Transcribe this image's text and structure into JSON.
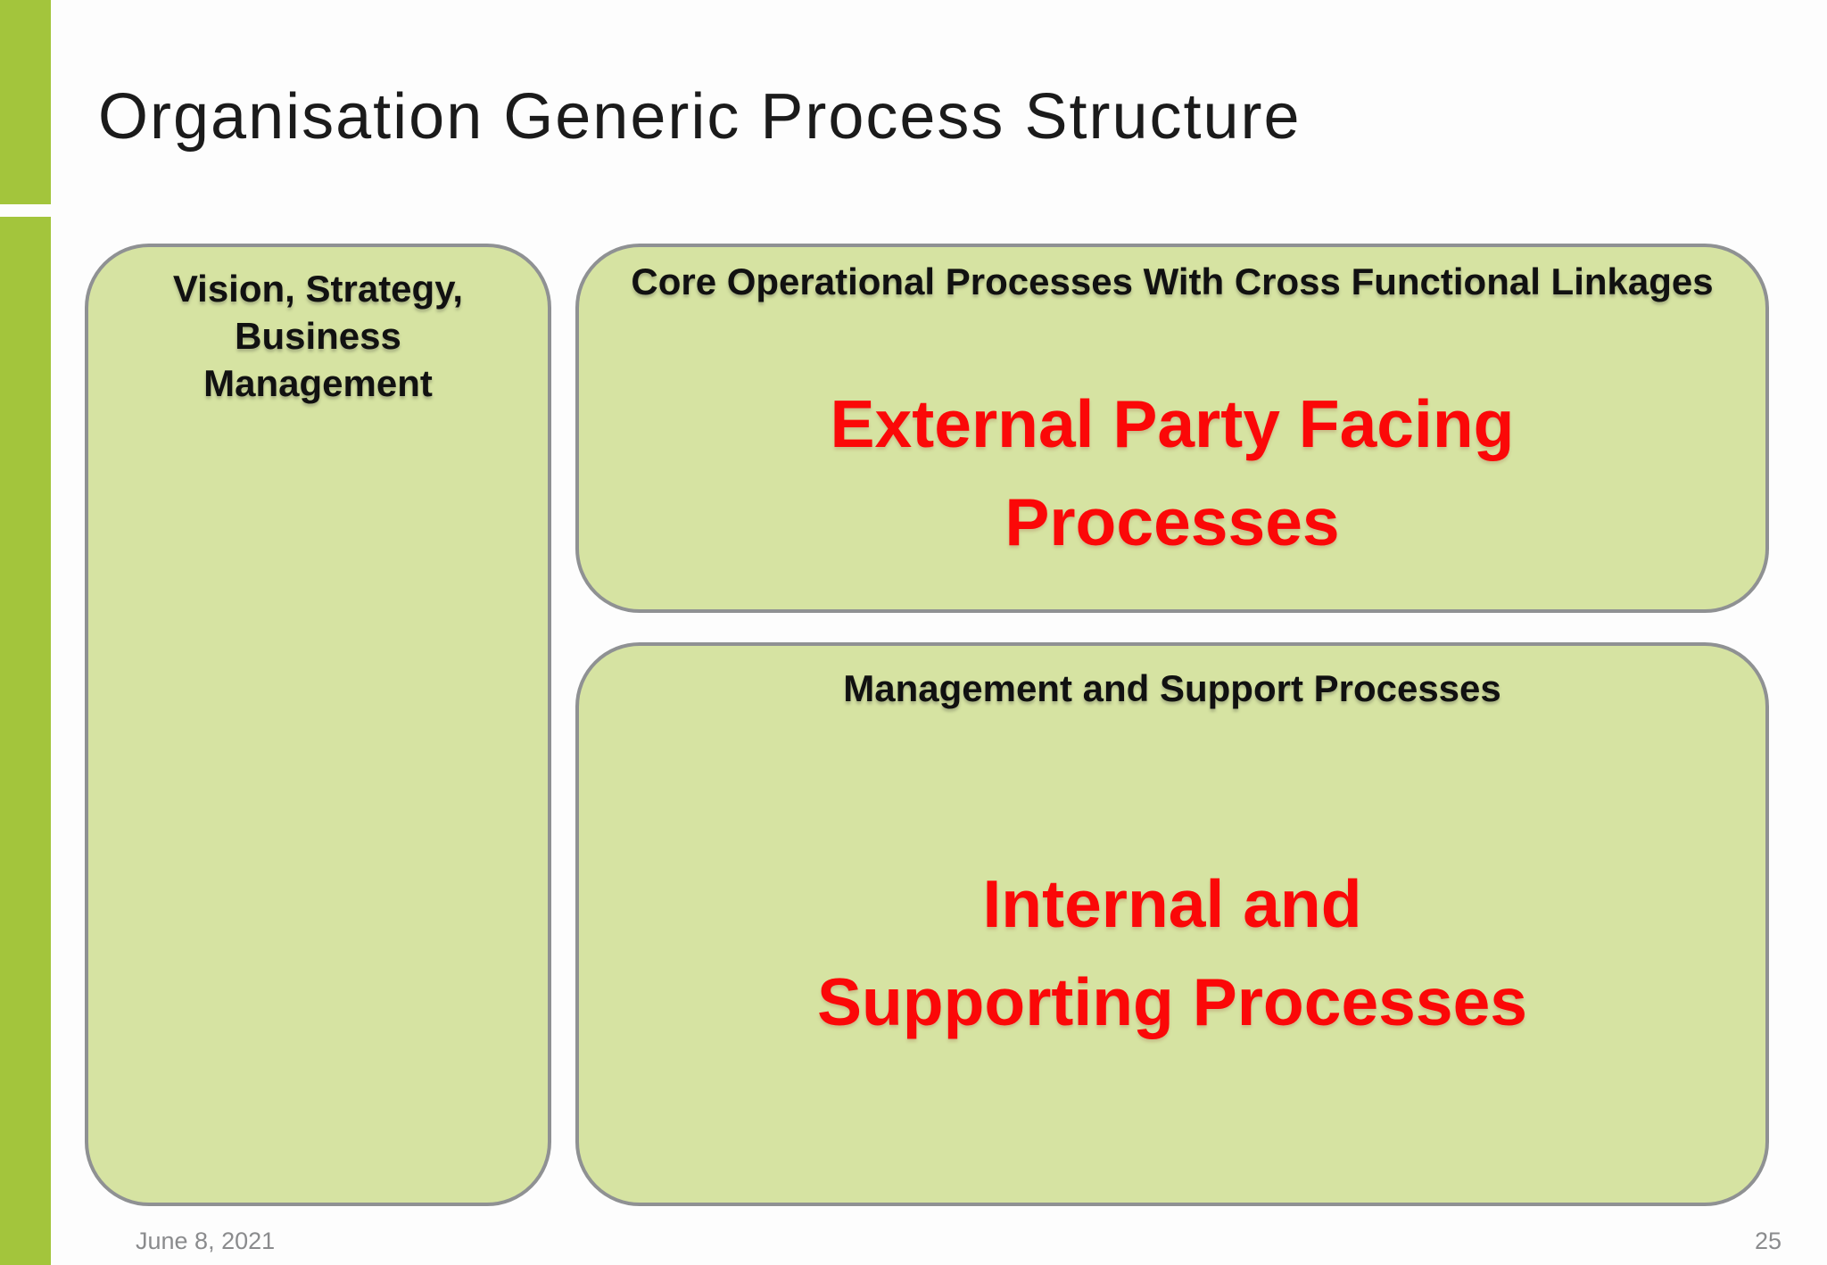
{
  "slide": {
    "title": "Organisation Generic Process Structure",
    "footer": {
      "date": "June 8, 2021",
      "page_number": "25"
    }
  },
  "colors": {
    "accent_green": "#a3c53c",
    "box_fill": "#d6e3a2",
    "box_border": "#8f9193",
    "emphasis_red": "#fb0808",
    "title_text": "#1b1b1b",
    "footer_text": "#8a8b8d"
  },
  "boxes": {
    "vision": {
      "lines": [
        "Vision, Strategy,",
        "Business",
        "Management"
      ]
    },
    "core": {
      "heading": "Core Operational Processes With Cross Functional Linkages",
      "body_lines": [
        "External Party Facing",
        "Processes"
      ]
    },
    "support": {
      "heading": "Management and Support Processes",
      "body_lines": [
        "Internal and",
        "Supporting Processes"
      ]
    }
  }
}
